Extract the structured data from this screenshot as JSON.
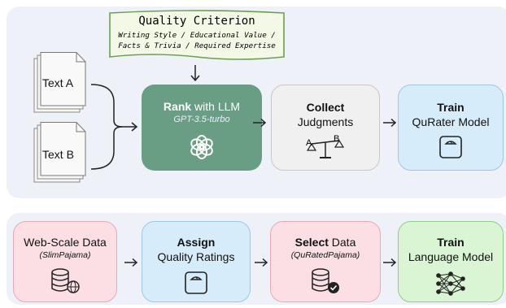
{
  "criterion": {
    "title": "Quality Criterion",
    "line1": "Writing Style / Educational Value /",
    "line2": "Facts & Trivia / Required Expertise"
  },
  "texts": {
    "a": "Text A",
    "b": "Text B"
  },
  "rank": {
    "bold": "Rank",
    "rest": " with LLM",
    "model": "GPT-3.5-turbo"
  },
  "collect": {
    "title": "Collect",
    "sub": "Judgments",
    "scale_a": "A",
    "scale_b": "B"
  },
  "train_rater": {
    "title": "Train",
    "sub": "QuRater Model"
  },
  "web": {
    "title": "Web-Scale Data",
    "sub": "(SlimPajama)"
  },
  "assign": {
    "title": "Assign",
    "sub": "Quality Ratings"
  },
  "select": {
    "bold": "Select",
    "rest": " Data",
    "sub": "(QuRatedPajama)"
  },
  "train_lm": {
    "title": "Train",
    "sub": "Language Model"
  },
  "colors": {
    "panel": "#eef1f8",
    "criterion_bg": "#f4f8e6",
    "criterion_border": "#6b9f4e",
    "rank_bg": "#6a9e84",
    "gray_box": "#f0f0f0",
    "blue_box": "#d6ecfb",
    "pink_box": "#fbdfe4",
    "green_box": "#d9f5d3"
  }
}
